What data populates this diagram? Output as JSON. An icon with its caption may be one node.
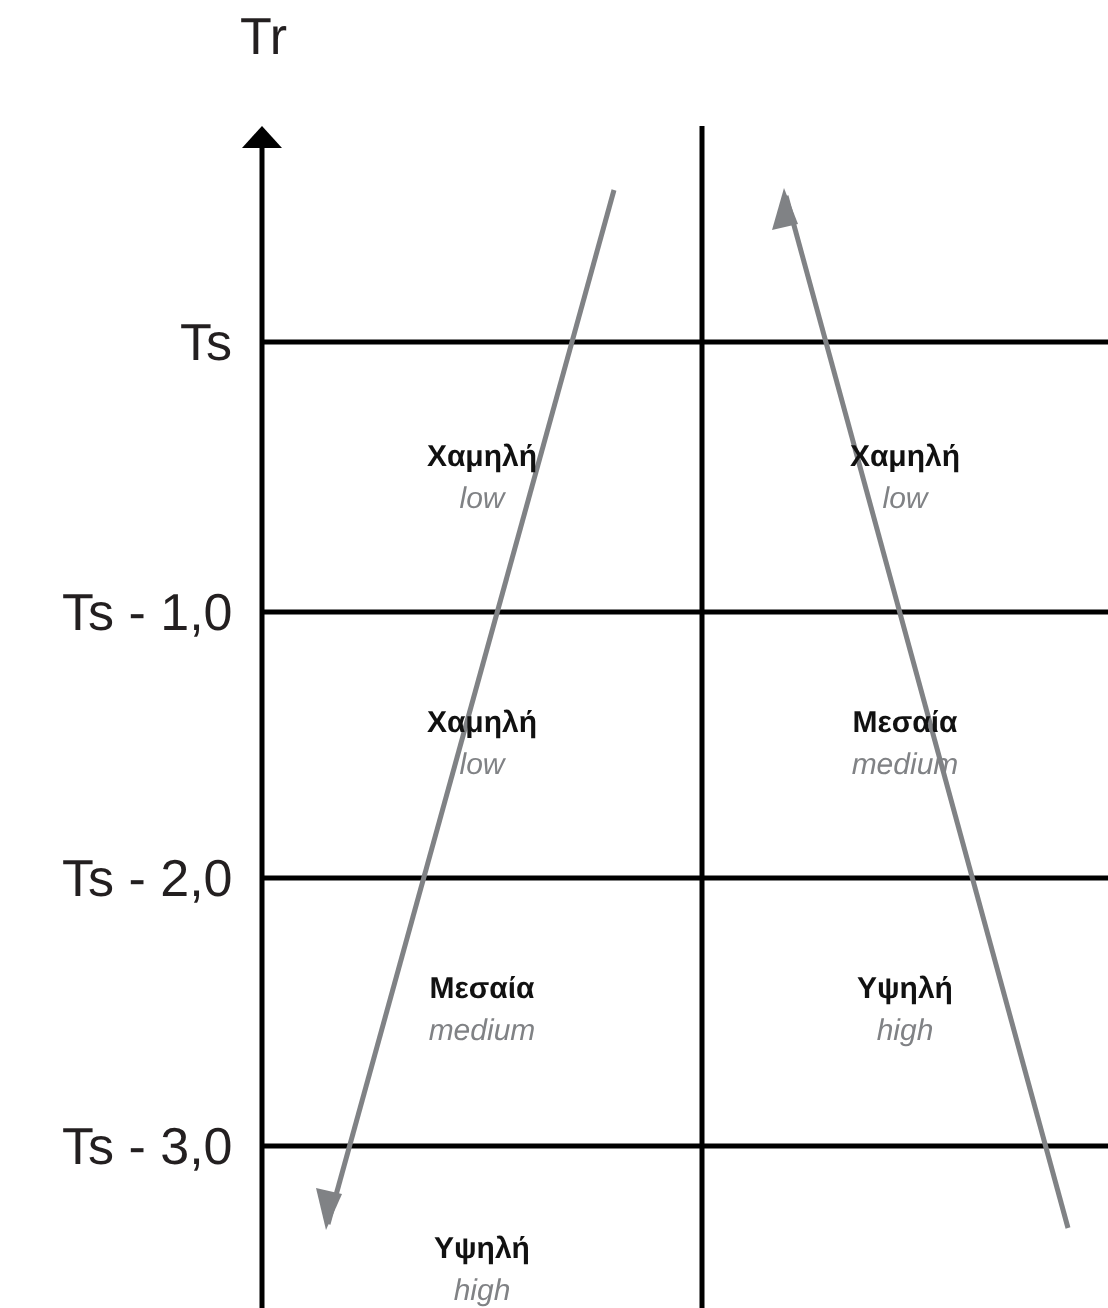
{
  "diagram": {
    "nodes": [
      {
        "text": [
          "Χαμηλή",
          "low"
        ]
      },
      {
        "text": [
          "Χαμηλή",
          "low"
        ]
      },
      {
        "text": [
          "Χαμηλή",
          "low"
        ]
      },
      {
        "text": [
          "Μεσαία",
          "medium"
        ]
      },
      {
        "text": [
          "Μεσαία",
          "medium"
        ]
      },
      {
        "text": [
          "Υψηλή",
          "high"
        ]
      },
      {
        "text": [
          "Υψηλή",
          "high"
        ]
      }
    ],
    "labels": [
      "Tr",
      "Ts",
      "Ts - 1,0",
      "Ts - 2,0",
      "Ts - 3,0"
    ]
  }
}
